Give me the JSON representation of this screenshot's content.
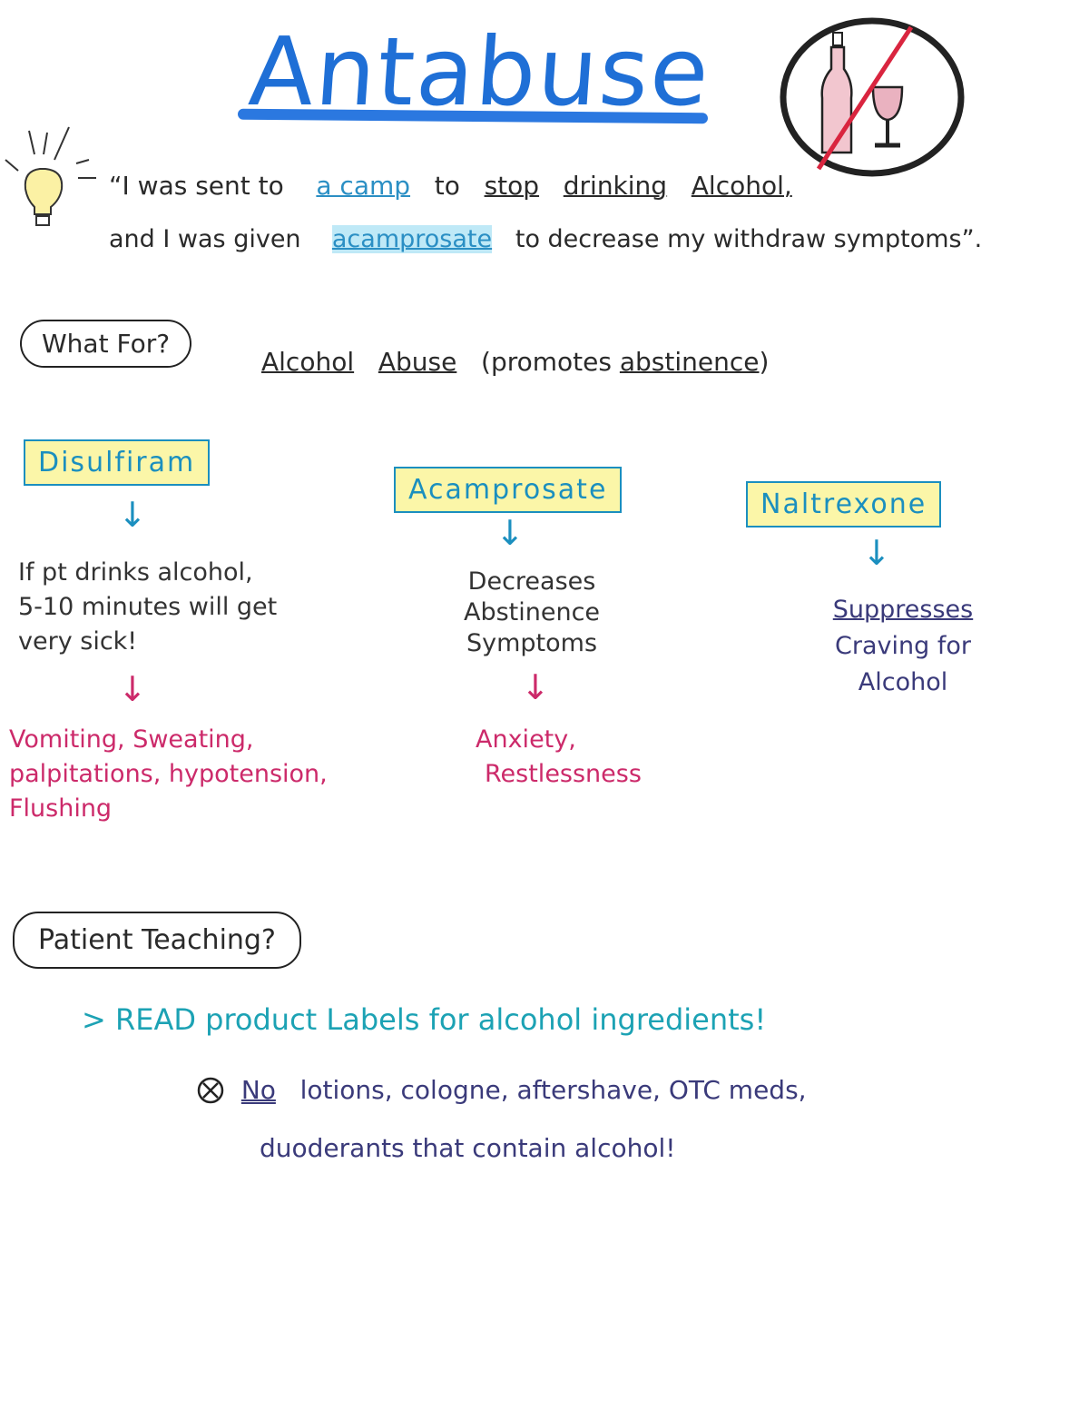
{
  "title": "Antabuse",
  "quote": {
    "line1_a": "“I was sent to",
    "line1_b": "a camp",
    "line1_c": "to",
    "line1_d": "stop",
    "line1_e": "drinking",
    "line1_f": "Alcohol,",
    "line2_a": "and I was given",
    "line2_b": "acamprosate",
    "line2_c": "to decrease my withdraw symptoms”."
  },
  "what_for": {
    "label": "What For?",
    "text_a": "Alcohol",
    "text_b": "Abuse",
    "text_c": "(promotes",
    "text_d": "abstinence",
    "text_e": ")"
  },
  "drugs": [
    {
      "name": "Disulfiram",
      "effect": [
        "If pt drinks alcohol,",
        "5-10 minutes will get",
        "very sick!"
      ],
      "reaction": [
        "Vomiting, Sweating,",
        "palpitations, hypotension,",
        "Flushing"
      ]
    },
    {
      "name": "Acamprosate",
      "effect": [
        "Decreases",
        "Abstinence",
        "Symptoms"
      ],
      "reaction": [
        "Anxiety,",
        "Restlessness"
      ]
    },
    {
      "name": "Naltrexone",
      "effect": [
        "Suppresses",
        "Craving for",
        "Alcohol"
      ]
    }
  ],
  "teaching": {
    "label": "Patient Teaching?",
    "point1": "> READ product Labels for alcohol ingredients!",
    "point2_a": "No",
    "point2_b": "lotions, cologne, aftershave, OTC meds,",
    "point2_c": "duoderants that contain alcohol!"
  },
  "icons": {
    "bulb": "lightbulb-icon",
    "no_alcohol": "no-alcohol-icon",
    "no_symbol": "circle-x-icon",
    "arrow": "arrow-down-icon"
  },
  "colors": {
    "title": "#1f6fd6",
    "drug_box_fill": "#fbf6a8",
    "drug_box_text": "#1b8fbf",
    "reaction": "#cc2a6a",
    "teaching": "#1ca2b4"
  }
}
